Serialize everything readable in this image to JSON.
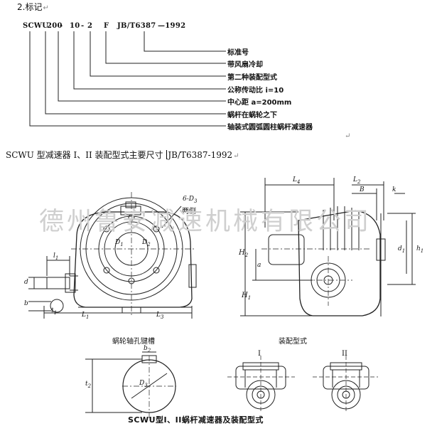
{
  "section_title": "2.标记",
  "designation": {
    "parts": [
      "SCWU",
      "200",
      "-",
      "10",
      "-",
      "2",
      "F",
      "JB/T6387",
      "—1992"
    ]
  },
  "legend": [
    "标准号",
    "带风扇冷却",
    "第二种装配型式",
    "公称传动比 i=10",
    "中心距 a=200mm",
    "蜗杆在蜗轮之下",
    "轴装式圆弧圆柱蜗杆减速器"
  ],
  "heading": {
    "text": "SCWU 型减速器 I、II 装配型式主要尺寸",
    "standard": "JB/T6387-1992"
  },
  "watermark": "德州鲁安减速机械有限公司",
  "drawing_labels": {
    "bolt_note_1": "6-D",
    "bolt_note_1_sub": "3",
    "bolt_note_2": "两侧",
    "L1": "L",
    "L1_sub": "1",
    "L3": "L",
    "L3_sub": "3",
    "l1": "l",
    "l1_sub": "1",
    "d": "d",
    "b": "b",
    "t": "t",
    "t_sub": "1",
    "D1": "D",
    "D1_sub": "1",
    "D2": "D",
    "D2_sub": "2",
    "H2": "H",
    "H2_sub": "2",
    "H1": "H",
    "H1_sub": "1",
    "a": "a",
    "L4": "L",
    "L4_sub": "4",
    "L2": "L",
    "L2_sub": "2",
    "B": "B",
    "k": "k",
    "d1": "d",
    "d1_sub": "1",
    "h": "h",
    "h_sub": "1",
    "b2": "b",
    "b2_sub": "2",
    "t2": "t",
    "t2_sub": "2",
    "D3": "D",
    "D3_sub": "3"
  },
  "keyway_title": "蜗轮轴孔键槽",
  "assembly_title": "装配型式",
  "assembly_I": "I",
  "assembly_II": "II",
  "caption": "SCWU型I、II蜗杆减速器及装配型式"
}
